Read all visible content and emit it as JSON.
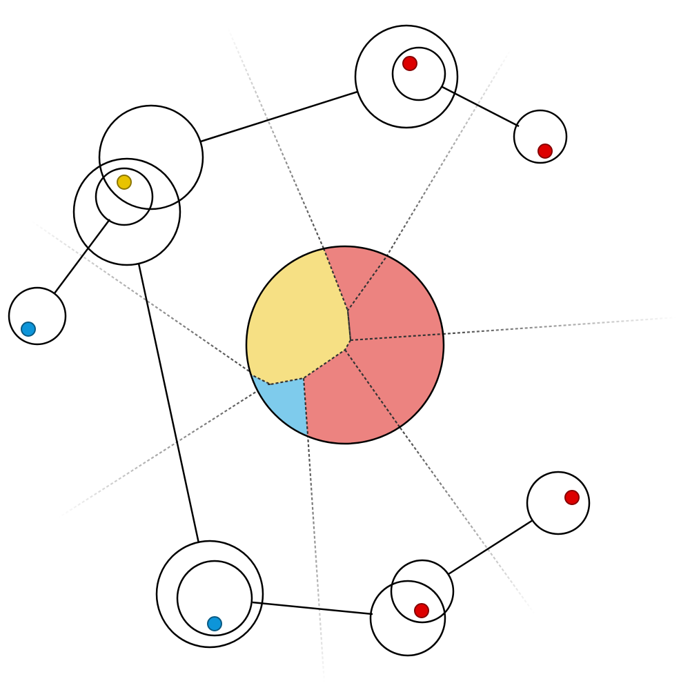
{
  "diagram": {
    "colors": {
      "stroke": "#000000",
      "background": "#ffffff",
      "dashed": "#333333",
      "red_region": "#ec8380",
      "yellow_region": "#f6e084",
      "blue_region": "#7ecbec",
      "red_dot": "#dd0000",
      "yellow_dot": "#e8c300",
      "blue_dot": "#0d95d9"
    },
    "center_node": {
      "regions": [
        {
          "color": "red"
        },
        {
          "color": "yellow"
        },
        {
          "color": "blue"
        }
      ]
    },
    "nodes": [
      {
        "id": "node-top-right-a",
        "dot": "red"
      },
      {
        "id": "node-top-right-b",
        "dot": "red"
      },
      {
        "id": "node-top-left",
        "dot": "yellow"
      },
      {
        "id": "node-left",
        "dot": "blue"
      },
      {
        "id": "node-bottom-left",
        "dot": "blue"
      },
      {
        "id": "node-bottom-middle",
        "dot": "red"
      },
      {
        "id": "node-bottom-right",
        "dot": "red"
      }
    ]
  }
}
